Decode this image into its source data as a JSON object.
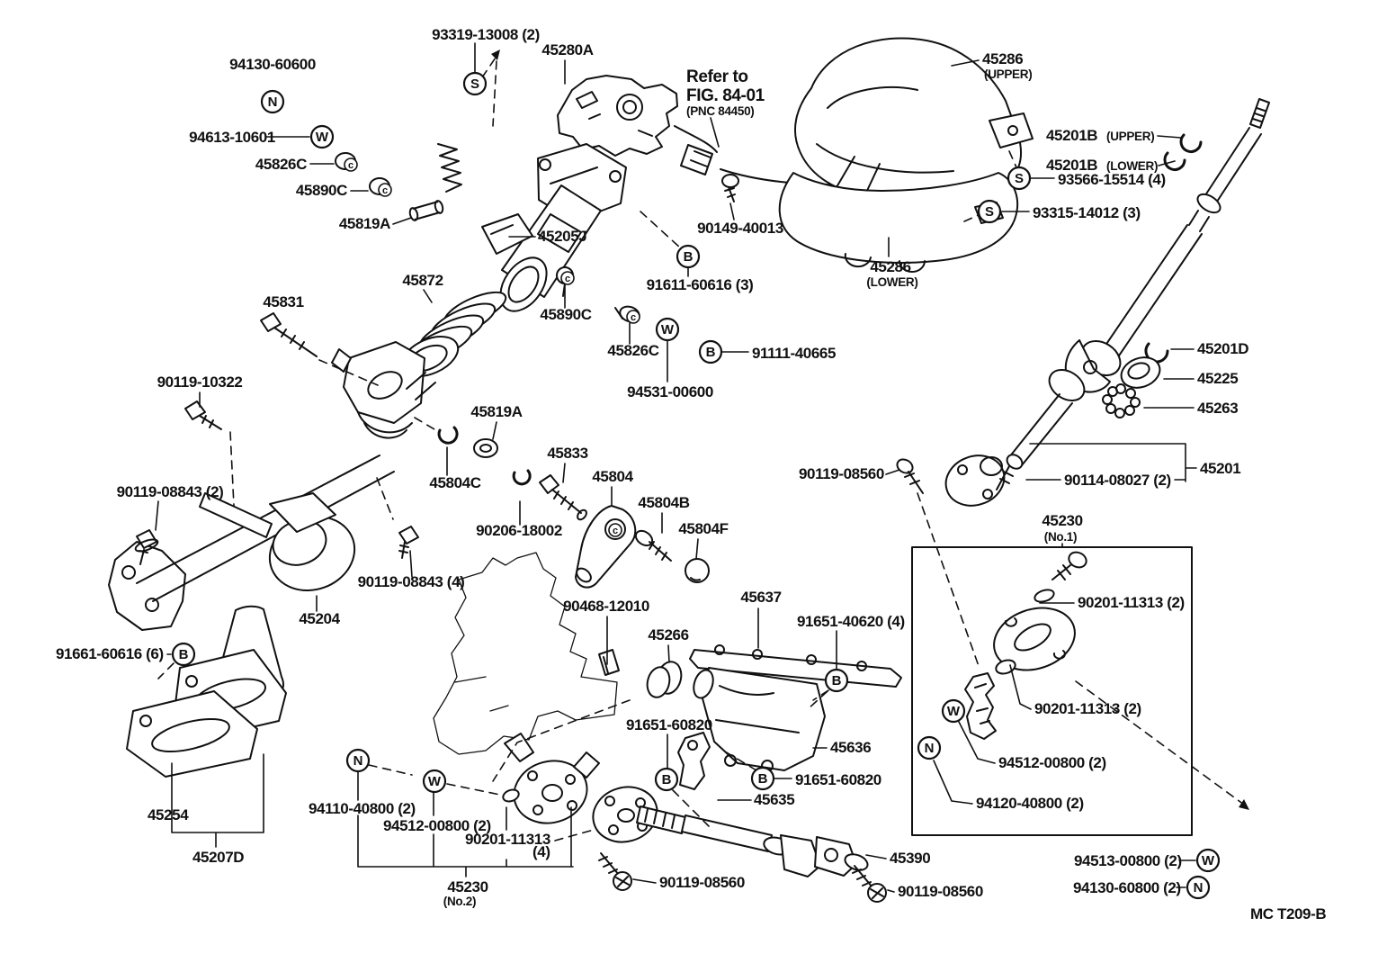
{
  "symbols": {
    "N": "N",
    "W": "W",
    "S": "S",
    "B": "B",
    "C": "c"
  },
  "footer": {
    "code": "MC T209-B"
  },
  "labels": {
    "p94130_60600": "94130-60600",
    "p94613_10601": "94613-10601",
    "p45826C_1": "45826C",
    "p45890C_1": "45890C",
    "p45819A_1": "45819A",
    "p93319_13008": "93319-13008 (2)",
    "p45280A": "45280A",
    "refer_1": "Refer to",
    "refer_2": "FIG. 84-01",
    "refer_3": "(PNC 84450)",
    "p45286_u": "45286",
    "p45286_u_sub": "(UPPER)",
    "p45286_l": "45286",
    "p45286_l_sub": "(LOWER)",
    "p45201B_u": "45201B",
    "p45201B_u_sub": "(UPPER)",
    "p45201B_l": "45201B",
    "p45201B_l_sub": "(LOWER)",
    "p93566_15514": "93566-15514 (4)",
    "p93315_14012": "93315-14012 (3)",
    "p90149_40013": "90149-40013",
    "p91611_60616": "91611-60616 (3)",
    "p45205J": "45205J",
    "p45872": "45872",
    "p45831": "45831",
    "p45890C_2": "45890C",
    "p45826C_2": "45826C",
    "p91111_40665": "91111-40665",
    "p94531_00600": "94531-00600",
    "p45201D": "45201D",
    "p45225": "45225",
    "p45263": "45263",
    "p45201": "45201",
    "p90114_08027": "90114-08027 (2)",
    "p90119_08560_t": "90119-08560",
    "p90119_10322": "90119-10322",
    "p45819A_2": "45819A",
    "p45804C": "45804C",
    "p90206_18002": "90206-18002",
    "p45833": "45833",
    "p45804": "45804",
    "p45804B": "45804B",
    "p45804F": "45804F",
    "p90119_08843_2": "90119-08843 (2)",
    "p90119_08843_4": "90119-08843 (4)",
    "p45204": "45204",
    "p45230_1": "45230",
    "p45230_1_sub": "(No.1)",
    "p90201_11313_a": "90201-11313 (2)",
    "p90201_11313_b": "90201-11313 (2)",
    "p94512_00800_box": "94512-00800 (2)",
    "p94120_40800": "94120-40800 (2)",
    "p91661_60616": "91661-60616 (6)",
    "p45254": "45254",
    "p45207D": "45207D",
    "p90468_12010": "90468-12010",
    "p45266": "45266",
    "p45637": "45637",
    "p91651_40620": "91651-40620 (4)",
    "p91651_60820_t": "91651-60820",
    "p45636": "45636",
    "p91651_60820_b": "91651-60820",
    "p45635": "45635",
    "p94110_40800": "94110-40800 (2)",
    "p94512_00800_n2": "94512-00800 (2)",
    "p90201_11313_n2": "90201-11313",
    "p90201_11313_n2_qty": "(4)",
    "p45230_2": "45230",
    "p45230_2_sub": "(No.2)",
    "p90119_08560_bl": "90119-08560",
    "p45390": "45390",
    "p90119_08560_br": "90119-08560",
    "p94513_00800": "94513-00800 (2)",
    "p94130_60800": "94130-60800 (2)"
  }
}
